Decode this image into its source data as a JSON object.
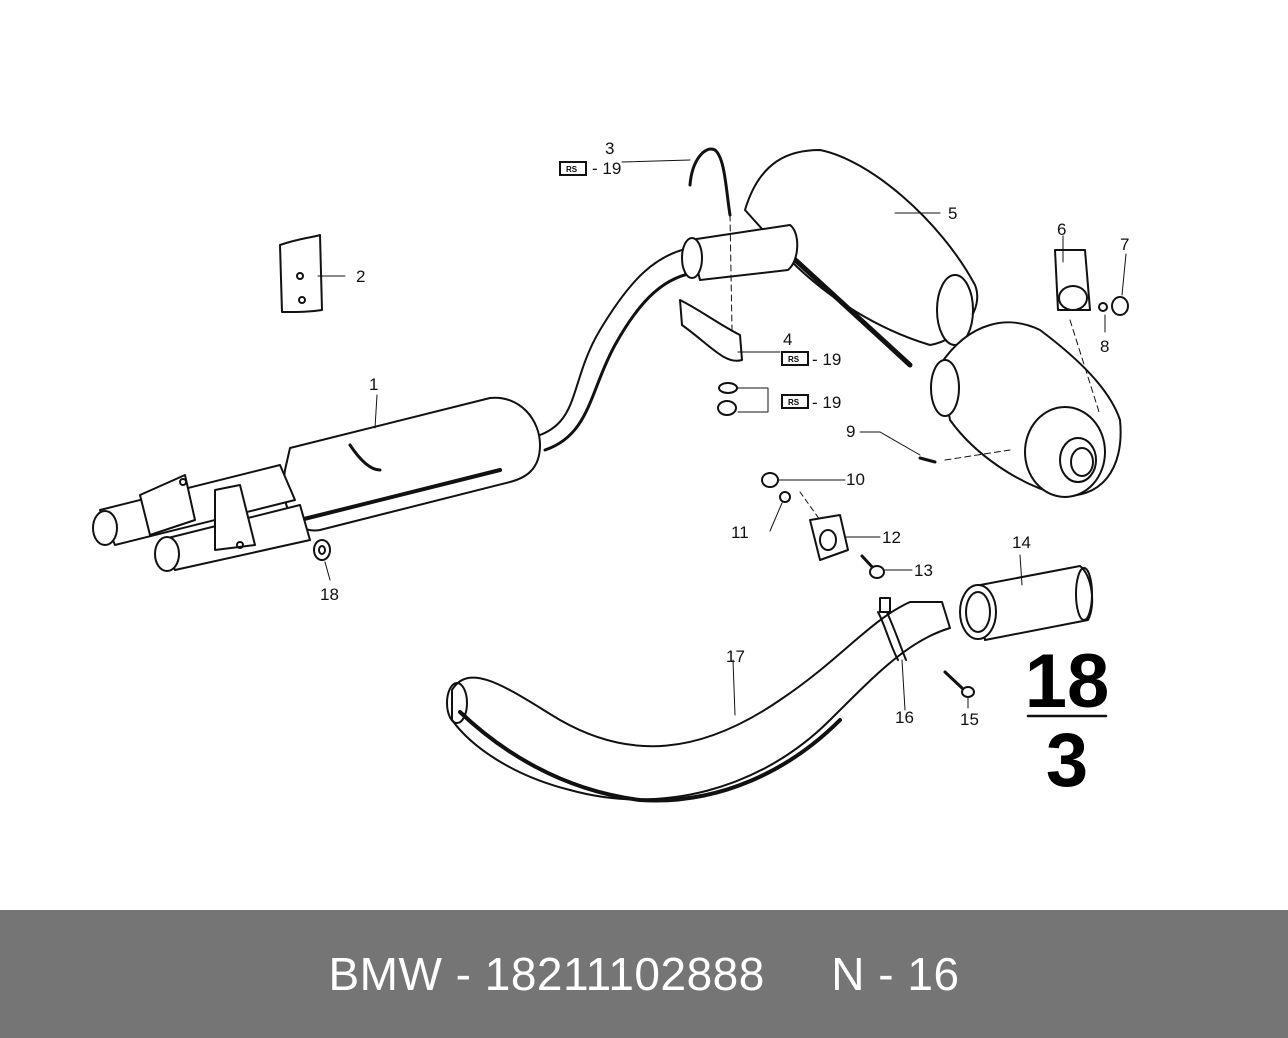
{
  "diagram": {
    "callouts": {
      "c1": "1",
      "c2": "2",
      "c3": "3",
      "c4": "4",
      "c5": "5",
      "c6": "6",
      "c7": "7",
      "c8": "8",
      "c9": "9",
      "c10": "10",
      "c11": "11",
      "c12": "12",
      "c13": "13",
      "c14": "14",
      "c15": "15",
      "c16": "16",
      "c17": "17",
      "c18": "18",
      "c19a": "- 19",
      "c19b": "- 19",
      "c19c": "- 19"
    },
    "rs_tag": "RS",
    "group_label": {
      "numerator": "18",
      "denominator": "3"
    }
  },
  "footer": {
    "brand": "BMW",
    "separator": " - ",
    "part_number": "18211102888",
    "gap": "     ",
    "position": "N - 16"
  },
  "colors": {
    "footer_bg": "#757575",
    "footer_text": "#ffffff",
    "line_art": "#111111"
  }
}
